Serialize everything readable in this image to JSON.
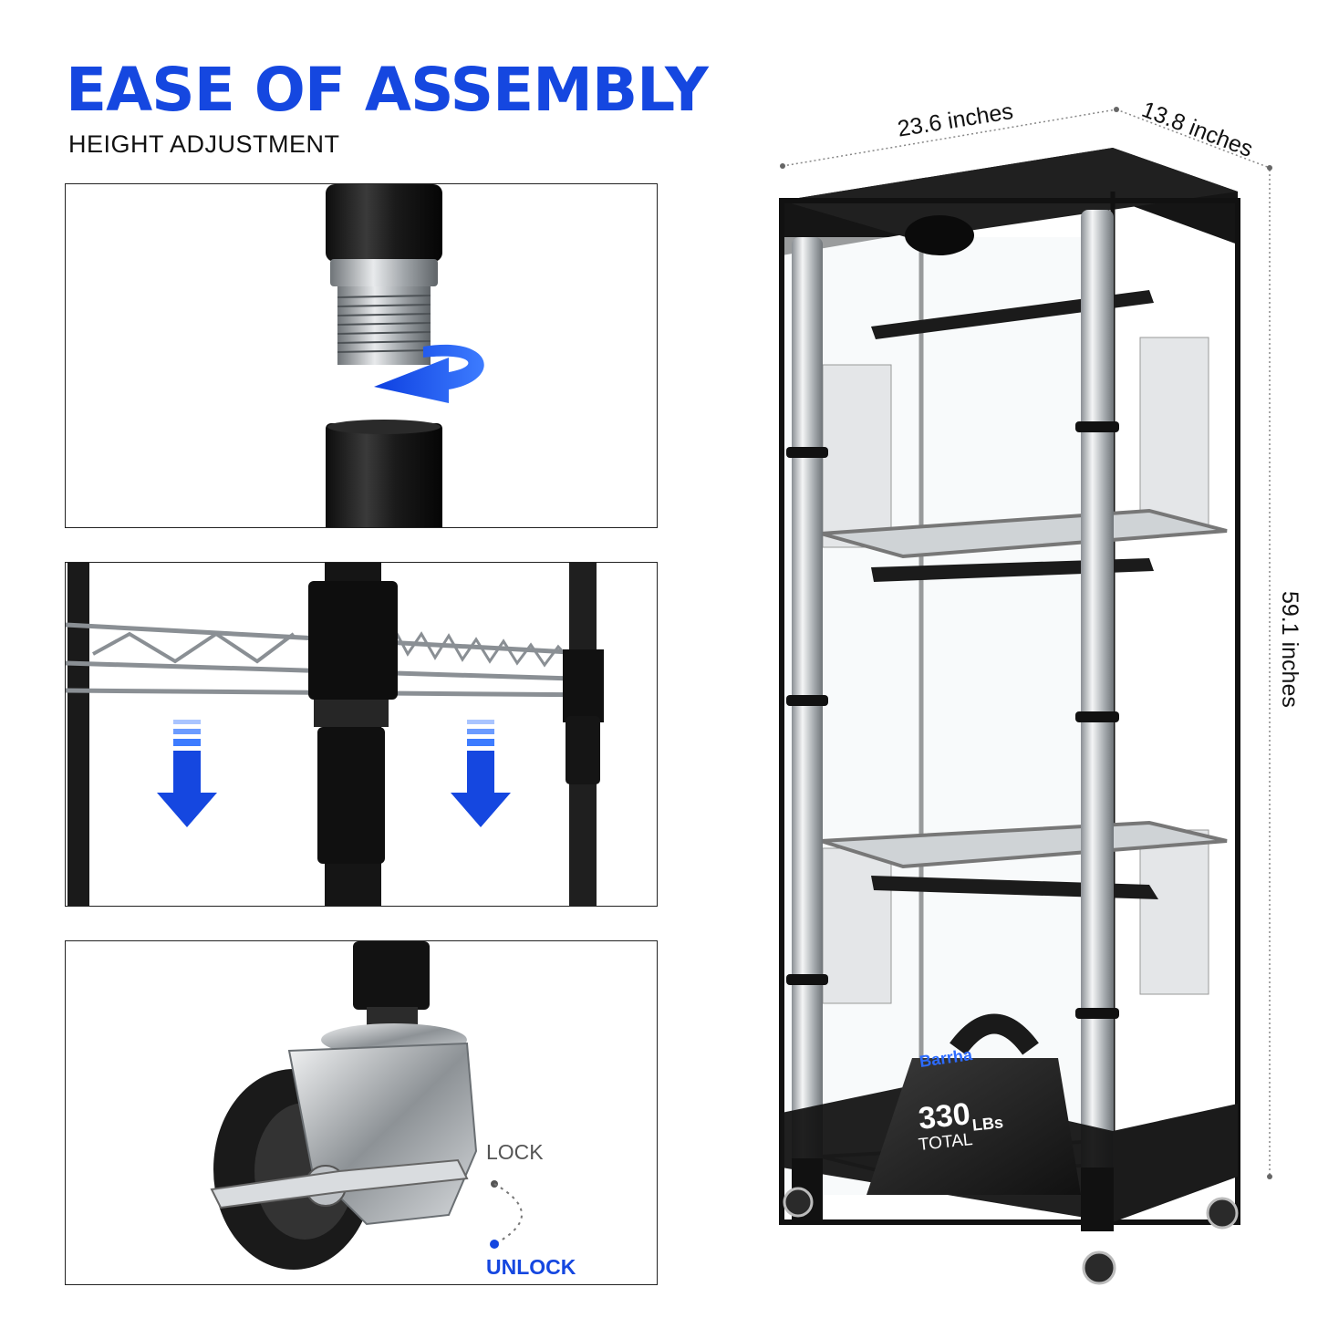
{
  "header": {
    "title": "EASE OF ASSEMBLY",
    "subtitle": "HEIGHT ADJUSTMENT"
  },
  "dimensions": {
    "width": "23.6 inches",
    "depth": "13.8 inches",
    "height": "59.1 inches"
  },
  "brand": {
    "logo_text": "Barrha"
  },
  "weight_badge": {
    "value": "330",
    "unit": "LBs",
    "caption": "TOTAL"
  },
  "wheel": {
    "lock_label": "LOCK",
    "unlock_label": "UNLOCK"
  },
  "colors": {
    "accent_blue": "#1547e0",
    "frame_black": "#111111",
    "chrome": "#c8ccd0"
  },
  "icons": [
    "rotate-arrow-icon",
    "down-arrow-icon",
    "down-arrow-icon"
  ]
}
